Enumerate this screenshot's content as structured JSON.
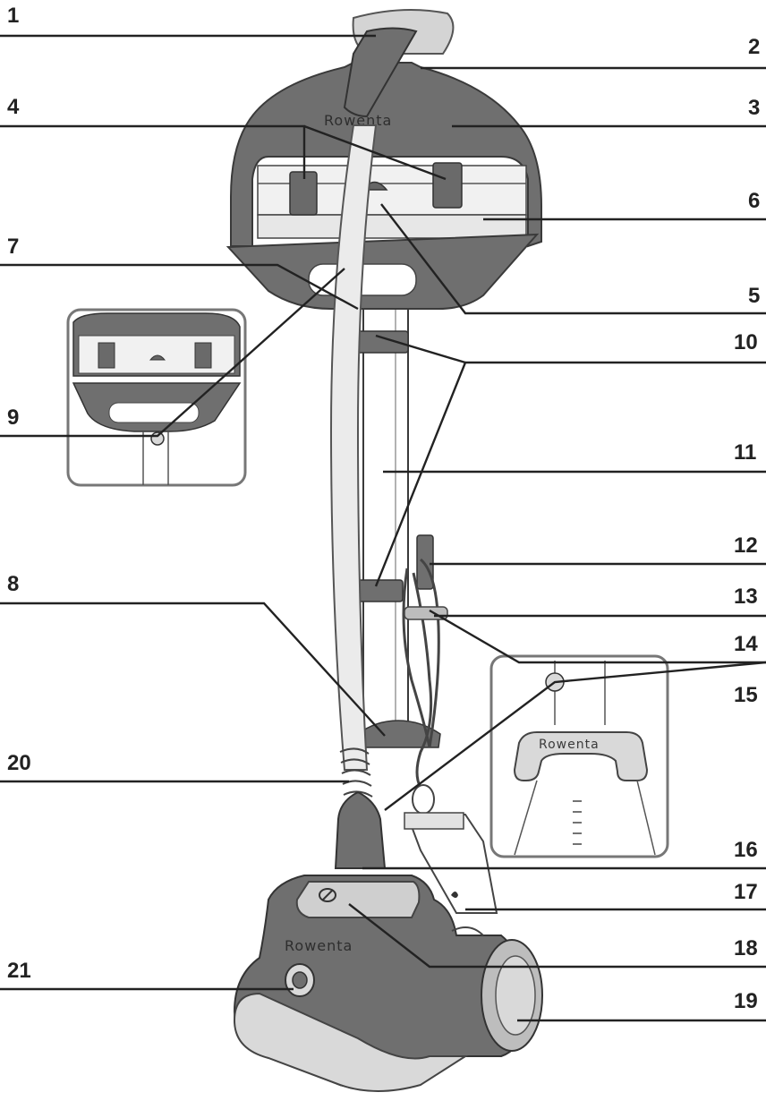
{
  "diagram": {
    "brand_text": "Rowenta",
    "callouts": [
      {
        "id": "c1",
        "number": "1"
      },
      {
        "id": "c2",
        "number": "2"
      },
      {
        "id": "c3",
        "number": "3"
      },
      {
        "id": "c4",
        "number": "4"
      },
      {
        "id": "c5",
        "number": "5"
      },
      {
        "id": "c6",
        "number": "6"
      },
      {
        "id": "c7",
        "number": "7"
      },
      {
        "id": "c8",
        "number": "8"
      },
      {
        "id": "c9",
        "number": "9"
      },
      {
        "id": "c10",
        "number": "10"
      },
      {
        "id": "c11",
        "number": "11"
      },
      {
        "id": "c12",
        "number": "12"
      },
      {
        "id": "c13",
        "number": "13"
      },
      {
        "id": "c14",
        "number": "14"
      },
      {
        "id": "c15",
        "number": "15"
      },
      {
        "id": "c16",
        "number": "16"
      },
      {
        "id": "c17",
        "number": "17"
      },
      {
        "id": "c18",
        "number": "18"
      },
      {
        "id": "c19",
        "number": "19"
      },
      {
        "id": "c20",
        "number": "20"
      },
      {
        "id": "c21",
        "number": "21"
      }
    ],
    "colors": {
      "body_dark": "#6f6f6f",
      "body_light": "#d9d9d9",
      "outline": "#3a3a3a",
      "leader": "#222222"
    }
  }
}
